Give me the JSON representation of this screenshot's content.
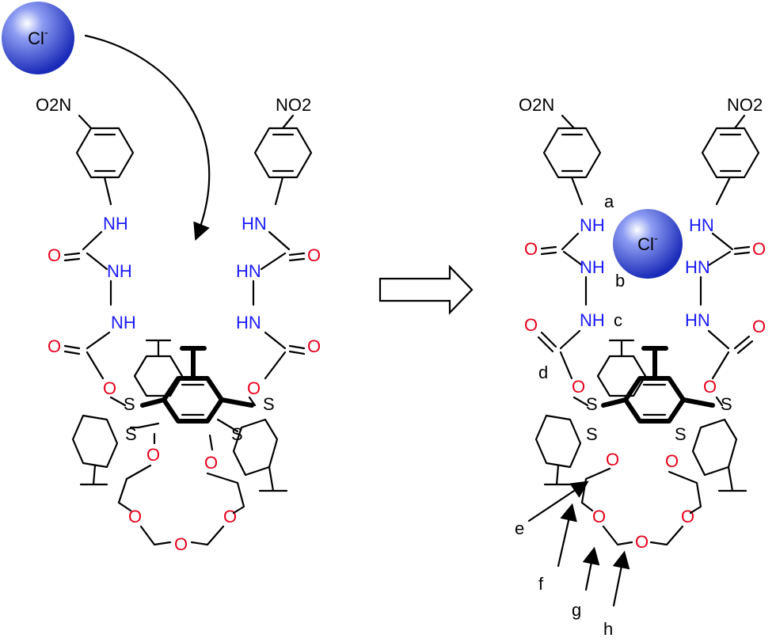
{
  "anion": {
    "label": "Cl",
    "charge": "-"
  },
  "groups": {
    "nitro": "NO2",
    "nitro_left": "O2N",
    "nh": "NH",
    "hn": "HN",
    "o": "O",
    "s": "S"
  },
  "proton_labels": [
    "a",
    "b",
    "c",
    "d",
    "e",
    "f",
    "g",
    "h"
  ],
  "colors": {
    "oxygen": "#e8001a",
    "nitrogen": "#1a1aff",
    "anion": "#3d4fd6",
    "bond": "#000000"
  },
  "icons": [
    "curved-arrow-icon",
    "reaction-arrow-icon",
    "indicator-arrow-icon"
  ]
}
